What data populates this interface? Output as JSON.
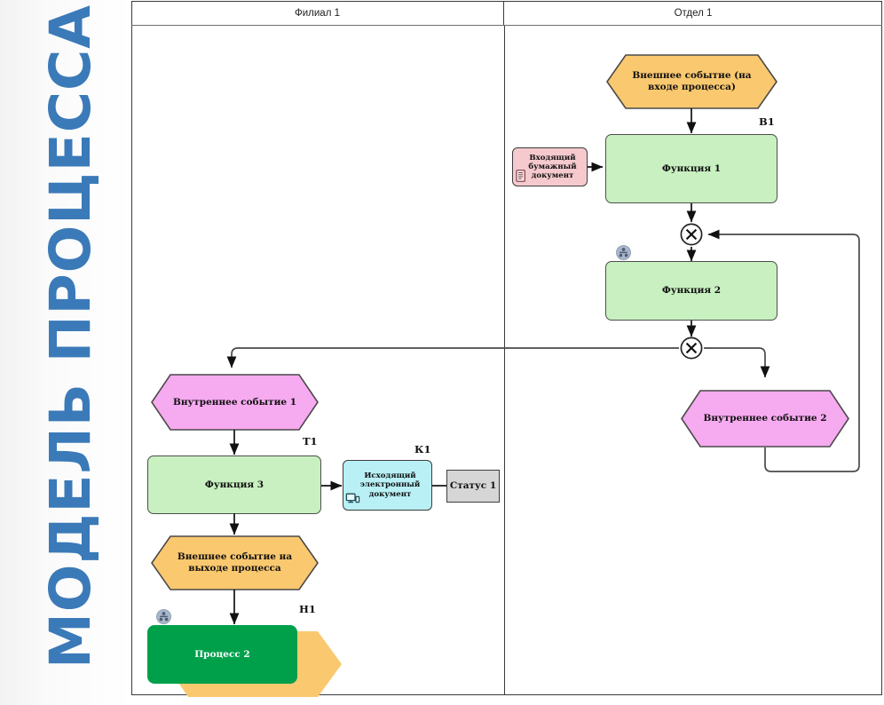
{
  "page": {
    "side_title": "МОДЕЛЬ ПРОЦЕССА",
    "side_title_color": "#3b7ab8",
    "background": "#ffffff"
  },
  "pool": {
    "lanes": [
      {
        "id": "lane-filial",
        "label": "Филиал 1"
      },
      {
        "id": "lane-otdel",
        "label": "Отдел 1"
      }
    ]
  },
  "nodes": {
    "external_start_event": {
      "label": "Внешнее событие (на\nвходе процесса)",
      "tag": "В1",
      "color": "#fac86e",
      "shape": "hexagon",
      "lane": "Отдел 1"
    },
    "incoming_paper_document": {
      "label": "Входящий\nбумажный\nдокумент",
      "color": "#f5c9cd",
      "shape": "document",
      "icon": "paper-document-icon",
      "lane": "Отдел 1"
    },
    "function_1": {
      "label": "Функция 1",
      "color": "#c8f0c0",
      "shape": "rounded-rectangle",
      "lane": "Отдел 1"
    },
    "gateway_1": {
      "label": "",
      "symbol": "×",
      "shape": "xor-gateway",
      "lane": "Отдел 1"
    },
    "function_2": {
      "label": "Функция 2",
      "color": "#c8f0c0",
      "shape": "rounded-rectangle",
      "marker": "group-role-icon",
      "lane": "Отдел 1"
    },
    "gateway_2": {
      "label": "",
      "symbol": "×",
      "shape": "xor-gateway",
      "lane": "Отдел 1"
    },
    "internal_event_2": {
      "label": "Внутреннее событие 2",
      "color": "#f6aaf0",
      "shape": "hexagon",
      "lane": "Отдел 1"
    },
    "internal_event_1": {
      "label": "Внутреннее событие 1",
      "color": "#f6aaf0",
      "shape": "hexagon",
      "lane": "Филиал 1"
    },
    "function_3": {
      "label": "Функция 3",
      "tag": "Т1",
      "color": "#c8f0c0",
      "shape": "rounded-rectangle",
      "lane": "Филиал 1"
    },
    "outgoing_electronic_document": {
      "label": "Исходящий\nэлектронный\nдокумент",
      "tag": "К1",
      "color": "#b8f0f5",
      "shape": "document",
      "icon": "monitor-icon",
      "lane": "Филиал 1"
    },
    "status_1": {
      "label": "Статус 1",
      "color": "#d6d6d6",
      "shape": "rectangle",
      "lane": "Филиал 1"
    },
    "external_end_event": {
      "label": "Внешнее событие на\nвыходе процесса",
      "color": "#fac86e",
      "shape": "hexagon",
      "lane": "Филиал 1"
    },
    "process_2": {
      "label": "Процесс 2",
      "tag": "Н1",
      "color": "#00a04b",
      "shape": "sub-process",
      "marker": "group-role-icon",
      "lane": "Филиал 1"
    }
  },
  "edges": [
    {
      "from": "external_start_event",
      "to": "function_1"
    },
    {
      "from": "incoming_paper_document",
      "to": "function_1"
    },
    {
      "from": "function_1",
      "to": "gateway_1"
    },
    {
      "from": "gateway_1",
      "to": "function_2"
    },
    {
      "from": "function_2",
      "to": "gateway_2"
    },
    {
      "from": "gateway_2",
      "to": "internal_event_1"
    },
    {
      "from": "gateway_2",
      "to": "internal_event_2"
    },
    {
      "from": "internal_event_2",
      "to": "gateway_1"
    },
    {
      "from": "internal_event_1",
      "to": "function_3"
    },
    {
      "from": "function_3",
      "to": "outgoing_electronic_document"
    },
    {
      "from": "outgoing_electronic_document",
      "to": "status_1"
    },
    {
      "from": "function_3",
      "to": "external_end_event"
    },
    {
      "from": "external_end_event",
      "to": "process_2"
    }
  ]
}
